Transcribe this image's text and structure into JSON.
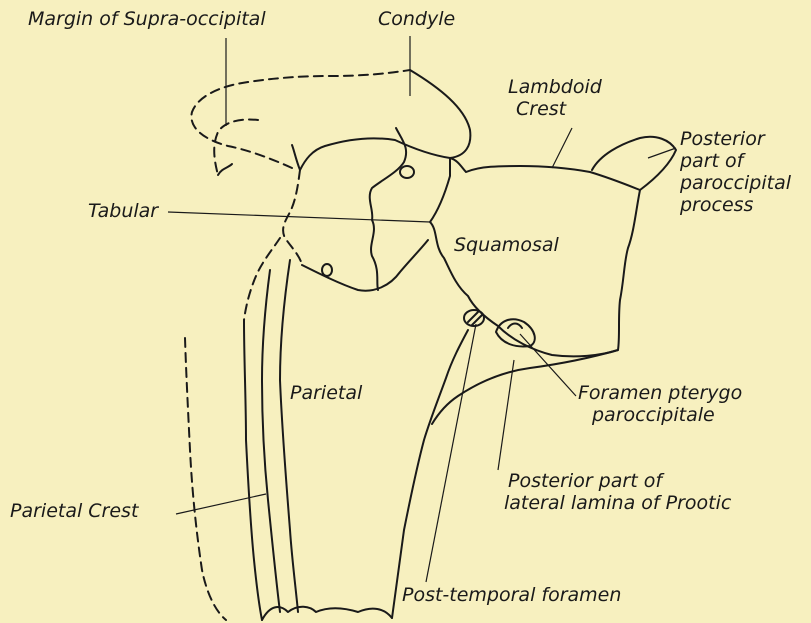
{
  "labels": {
    "margin_supraoccipital": "Margin of Supra-occipital",
    "condyle": "Condyle",
    "lambdoid_crest": [
      "Lambdoid",
      "Crest"
    ],
    "paroccipital": [
      "Posterior",
      "part of",
      "paroccipital",
      "process"
    ],
    "tabular": "Tabular",
    "squamosal": "Squamosal",
    "parietal": "Parietal",
    "foramen_pterygo": [
      "Foramen pterygo",
      "paroccipitale"
    ],
    "parietal_crest": "Parietal Crest",
    "prootic": [
      "Posterior part of",
      "lateral lamina of Prootic"
    ],
    "post_temporal": "Post-temporal foramen"
  }
}
